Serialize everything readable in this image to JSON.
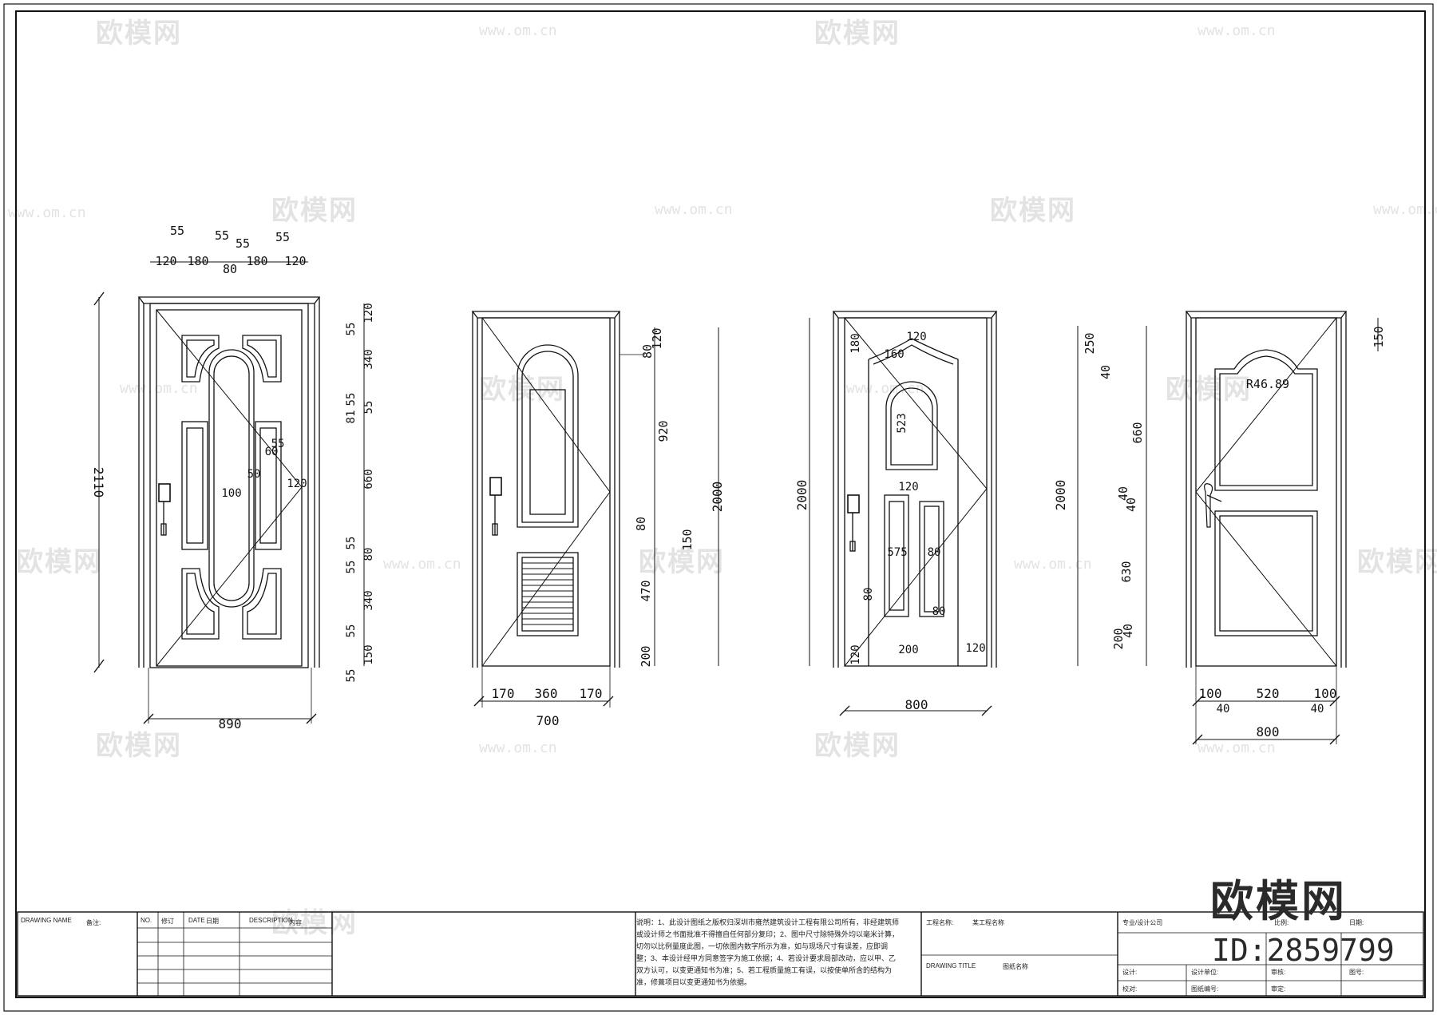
{
  "watermark": {
    "text": "欧模网",
    "url": "www.om.cn"
  },
  "brand": {
    "name": "欧模网",
    "id": "ID:2859799"
  },
  "doors": [
    {
      "top": [
        "55",
        "55",
        "55",
        "55"
      ],
      "topRow": [
        "120",
        "180",
        "80",
        "180",
        "120"
      ],
      "height": "2110",
      "width": "890",
      "right": [
        "120",
        "55",
        "340",
        "55",
        "55",
        "81",
        "660",
        "55",
        "80",
        "55",
        "340",
        "55",
        "150",
        "55"
      ],
      "inner": [
        "100",
        "50",
        "60",
        "120",
        "55"
      ]
    },
    {
      "height": "2000",
      "width": "700",
      "bottomRow": [
        "170",
        "360",
        "170"
      ],
      "left": [
        "120",
        "80",
        "920",
        "80",
        "150",
        "470",
        "200"
      ]
    },
    {
      "height": "2000",
      "width": "800",
      "inner": [
        "180",
        "120",
        "160",
        "523",
        "120",
        "575",
        "80",
        "80",
        "80",
        "120",
        "200",
        "120"
      ]
    },
    {
      "height": "2000",
      "width": "800",
      "bottomRow": [
        "100",
        "520",
        "100"
      ],
      "bottomSub": [
        "40",
        "40"
      ],
      "left": [
        "250",
        "40",
        "660",
        "40",
        "40",
        "630",
        "200",
        "40"
      ],
      "arch": "R46.89",
      "right": "150"
    }
  ],
  "titleblock": {
    "drawing_name_label": "DRAWING NAME",
    "remark_label": "备注:",
    "no_label": "NO.",
    "modify_label": "修订",
    "date_label": "DATE",
    "date_value": "日期",
    "description_label": "DESCRIPTION",
    "content_label": "内容",
    "note": "说明：1、此设计图纸之版权归深圳市雍然建筑设计工程有限公司所有，非经建筑师或设计师之书面批准不得擅自任何部分复印；2、图中尺寸除特殊外均以毫米计算，切勿以比例量度此图，一切依图内数字所示为准，如与现场尺寸有误差，应即调整；3、本设计经甲方同意签字为施工依据；4、若设计要求局部改动，应以甲、乙双方认可，以变更通知书为准；5、若工程质量施工有误，以按使单所含的结构为准，修葺项目以变更通知书为依据。",
    "project_label": "工程名称:",
    "project_value": "某工程名称",
    "drawing_title_label": "DRAWING TITLE",
    "drawing_title_value": "图纸名称",
    "design_label": "设计:",
    "design_unit_label": "设计单位:",
    "review_label": "审核:",
    "check_label": "校对:",
    "drawing_no_label": "图纸编号:",
    "approve_label": "审定:",
    "proportion_label": "比例:",
    "date2_label": "日期:",
    "sheet_label": "图号:",
    "company_label": "专业/设计公司"
  }
}
